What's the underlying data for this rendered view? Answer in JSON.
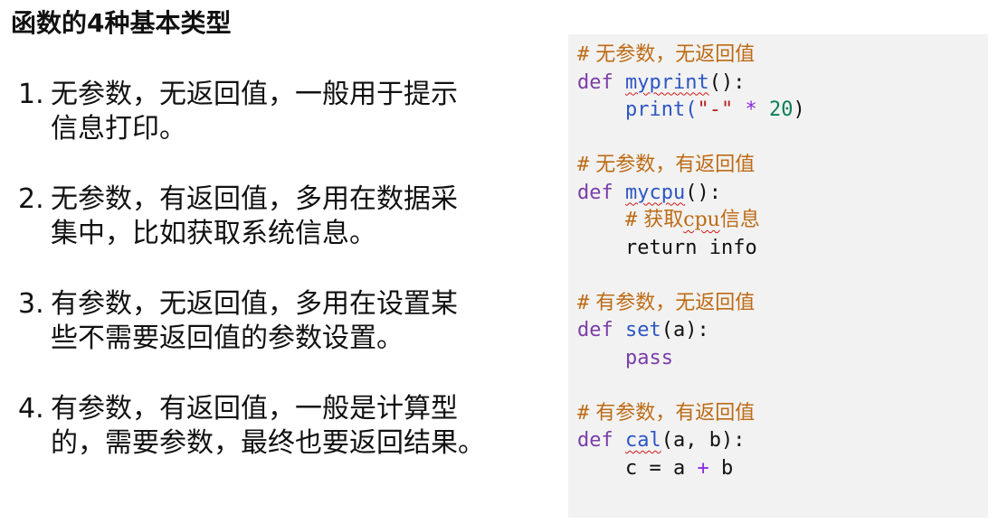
{
  "title": "函数的4种基本类型",
  "points": [
    {
      "number": "1.",
      "text": "无参数，无返回值，一般用于提示\n信息打印。"
    },
    {
      "number": "2.",
      "text": "无参数，有返回值，多用在数据采\n集中，比如获取系统信息。"
    },
    {
      "number": "3.",
      "text": "有参数，无返回值，多用在设置某\n些不需要返回值的参数设置。"
    },
    {
      "number": "4.",
      "text": "有参数，有返回值，一般是计算型\n的，需要参数，最终也要返回结果。"
    }
  ],
  "code": {
    "block1": {
      "comment": "无参数，无返回值",
      "kw_def": "def",
      "fn_name": "myprint",
      "signature_rest": "():",
      "indent": "    ",
      "call": "print(",
      "str_lit": "\"-\"",
      "operator": " * ",
      "number": "20",
      "close": ")"
    },
    "block2": {
      "comment": "无参数，有返回值",
      "kw_def": "def",
      "fn_name": "mycpu",
      "signature_rest": "():",
      "indent": "    ",
      "inner_comment_a": "获取",
      "inner_comment_b": "cpu",
      "inner_comment_c": "信息",
      "ret_kw": "return",
      "ret_val": " info"
    },
    "block3": {
      "comment": "有参数，无返回值",
      "kw_def": "def",
      "fn_name": "set",
      "signature_rest": "(a):",
      "indent": "    ",
      "pass_kw": "pass"
    },
    "block4": {
      "comment": "有参数，有返回值",
      "kw_def": "def",
      "fn_name": "cal",
      "signature_rest": "(a, b):",
      "indent": "    ",
      "expr_a": "c = a ",
      "expr_op": "+",
      "expr_b": " b"
    }
  }
}
